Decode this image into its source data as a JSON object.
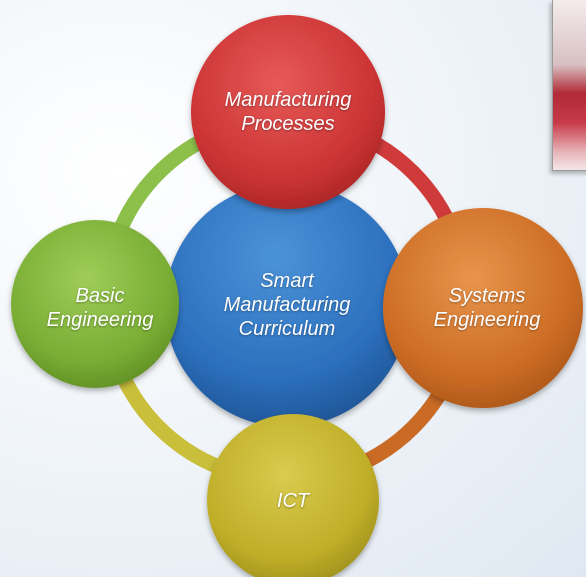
{
  "diagram": {
    "center": {
      "lines": [
        "Smart",
        "Manufacturing",
        "Curriculum"
      ],
      "color": "#2f73bf"
    },
    "nodes": [
      {
        "id": "manufacturing-processes",
        "lines": [
          "Manufacturing",
          "Processes"
        ],
        "color": "#d23a3a"
      },
      {
        "id": "systems-engineering",
        "lines": [
          "Systems",
          "Engineering"
        ],
        "color": "#d0742a"
      },
      {
        "id": "ict",
        "lines": [
          "ICT"
        ],
        "color": "#c2b32e"
      },
      {
        "id": "basic-engineering",
        "lines": [
          "Basic",
          "Engineering"
        ],
        "color": "#7fb23a"
      }
    ]
  }
}
